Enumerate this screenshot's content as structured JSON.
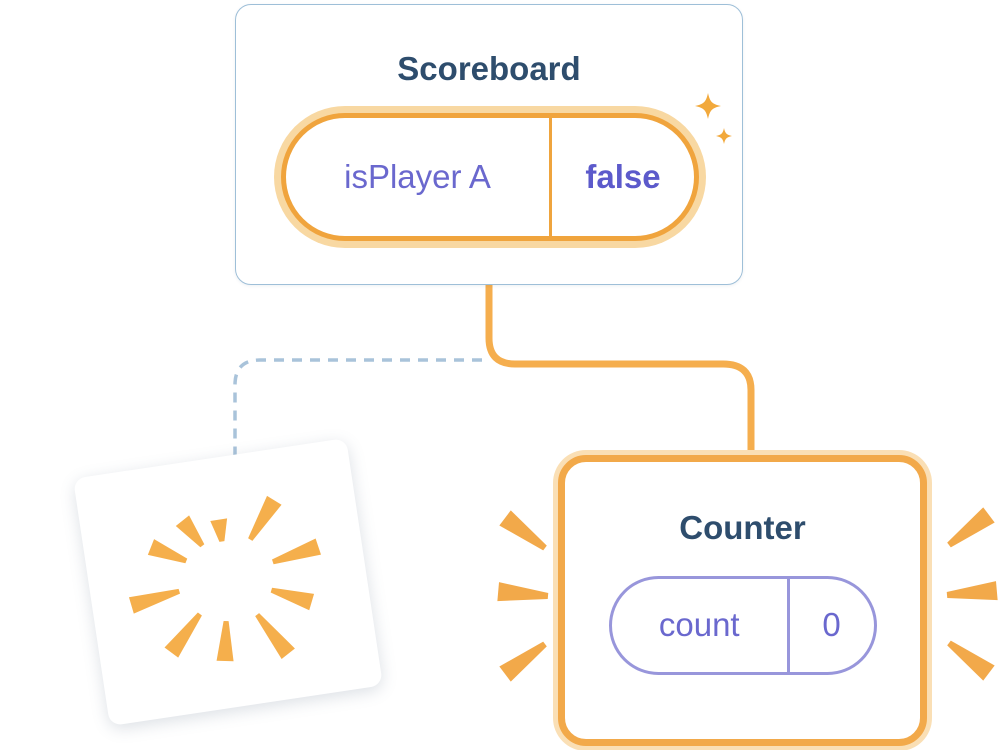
{
  "diagram": {
    "scoreboard": {
      "title": "Scoreboard",
      "state_key": "isPlayer A",
      "state_value": "false"
    },
    "counter": {
      "title": "Counter",
      "state_key": "count",
      "state_value": "0"
    },
    "removed_component": {
      "icon": "burst-explosion"
    },
    "icons": {
      "sparkle": "four-point-star",
      "emphasis": "radiating-wedges"
    }
  },
  "colors": {
    "background": "#FFFFFF",
    "card_border_blue": "#9EBFD8",
    "title_blue": "#2E4D6D",
    "orange": "#F0A43D",
    "orange_light_ring": "#F8D8A2",
    "connector_orange": "#F5AE4E",
    "dashed_blue_gray": "#A9C3DA",
    "purple_text": "#6A68CE",
    "purple_bold": "#5C5ACB",
    "pill_purple_border": "#9896DB"
  }
}
